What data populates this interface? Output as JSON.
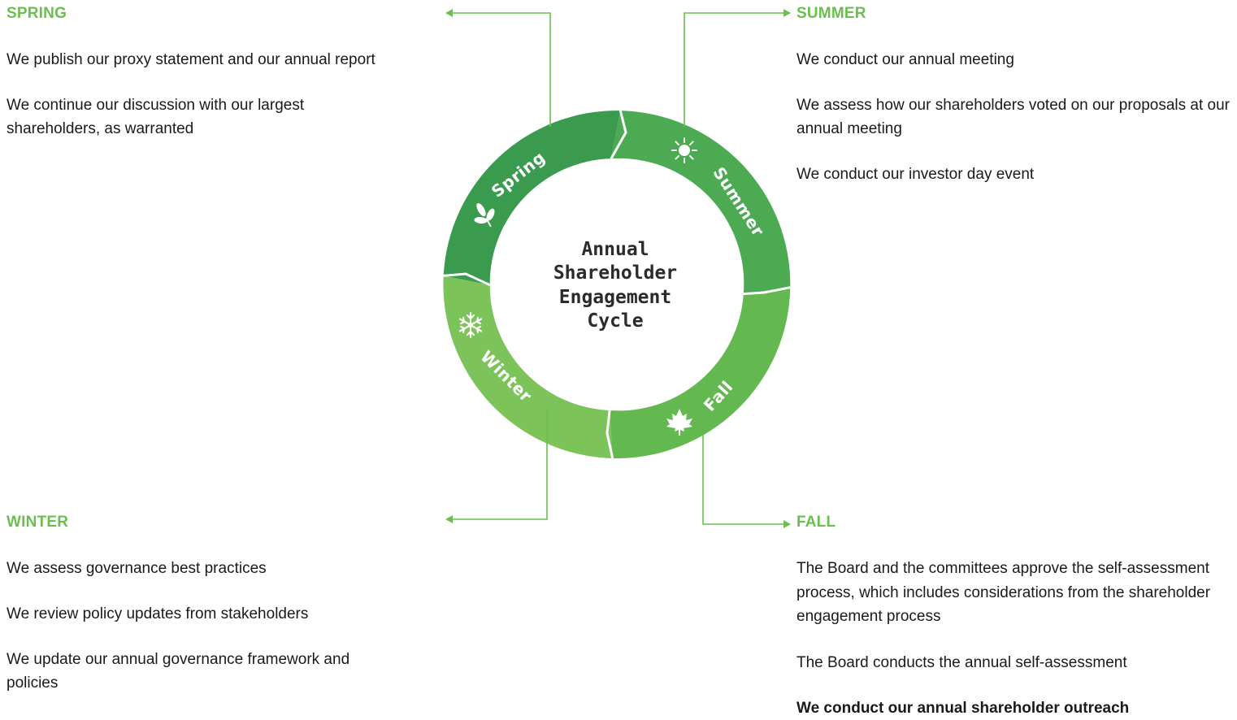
{
  "diagram": {
    "center_title": [
      "Annual",
      "Shareholder",
      "Engagement",
      "Cycle"
    ],
    "segments": [
      {
        "id": "spring",
        "label": "Spring",
        "icon": "leaf-icon",
        "color": "#3a9a4e"
      },
      {
        "id": "summer",
        "label": "Summer",
        "icon": "sun-icon",
        "color": "#4caa52"
      },
      {
        "id": "fall",
        "label": "Fall",
        "icon": "maple-leaf-icon",
        "color": "#63b84f"
      },
      {
        "id": "winter",
        "label": "Winter",
        "icon": "snowflake-icon",
        "color": "#7cc35a"
      }
    ],
    "connector_color": "#6bbf4e"
  },
  "panels": {
    "spring": {
      "heading": "SPRING",
      "items": [
        "We publish our proxy statement and our annual report",
        "We continue our discussion with our largest shareholders, as warranted"
      ]
    },
    "summer": {
      "heading": "SUMMER",
      "items": [
        "We conduct our annual meeting",
        "We assess how our shareholders voted on our proposals at our annual meeting",
        "We conduct our investor day event"
      ]
    },
    "winter": {
      "heading": "WINTER",
      "items": [
        "We assess governance best practices",
        "We review policy updates from stakeholders",
        "We update our annual governance framework and policies"
      ]
    },
    "fall": {
      "heading": "FALL",
      "items": [
        "The Board and the committees approve the self-assessment process, which includes considerations from the shareholder engagement process",
        "The Board conducts the annual self-assessment",
        "We conduct our annual shareholder outreach"
      ]
    }
  }
}
